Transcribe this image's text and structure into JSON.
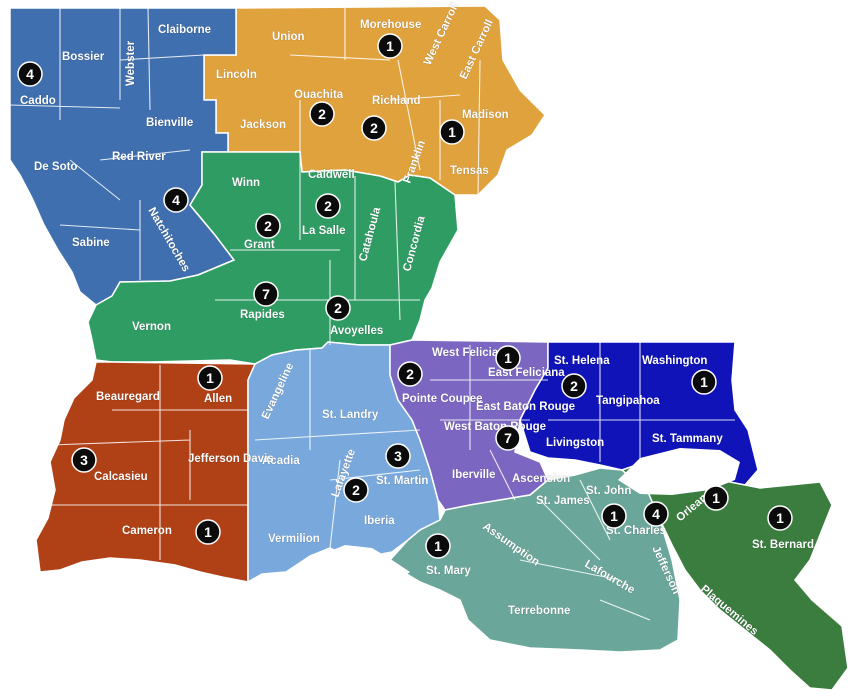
{
  "colors": {
    "northwest": "#3f6fae",
    "northeast": "#e0a23d",
    "central": "#2f9d63",
    "southwest": "#b04016",
    "acadiana": "#79a9dc",
    "capital": "#7b67c2",
    "florida_parishes": "#0f13b8",
    "bayou": "#6aa79a",
    "southeast": "#3a7d3e",
    "water": "#ffffff",
    "badge": "#0b0b0b"
  },
  "parishes": {
    "morehouse": "Morehouse",
    "union": "Union",
    "west_carroll": "West Carroll",
    "east_carroll": "East Carroll",
    "claiborne": "Claiborne",
    "bossier": "Bossier",
    "webster": "Webster",
    "caddo": "Caddo",
    "lincoln": "Lincoln",
    "ouachita": "Ouachita",
    "richland": "Richland",
    "madison": "Madison",
    "jackson": "Jackson",
    "bienville": "Bienville",
    "de_soto": "De Soto",
    "red_river": "Red River",
    "franklin": "Franklin",
    "tensas": "Tensas",
    "caldwell": "Caldwell",
    "winn": "Winn",
    "natchitoches": "Natchitoches",
    "sabine": "Sabine",
    "grant": "Grant",
    "la_salle": "La Salle",
    "catahoula": "Catahoula",
    "concordia": "Concordia",
    "vernon": "Vernon",
    "rapides": "Rapides",
    "avoyelles": "Avoyelles",
    "west_feliciana": "West Feliciana",
    "east_feliciana": "East Feliciana",
    "st_helena": "St. Helena",
    "washington": "Washington",
    "beauregard": "Beauregard",
    "allen": "Allen",
    "evangeline": "Evangeline",
    "st_landry": "St. Landry",
    "pointe_coupee": "Pointe Coupee",
    "tangipahoa": "Tangipahoa",
    "east_baton_rouge": "East Baton Rouge",
    "west_baton_rouge": "West Baton Rouge",
    "livingston": "Livingston",
    "st_tammany": "St. Tammany",
    "acadia": "Acadia",
    "calcasieu": "Calcasieu",
    "jefferson_davis": "Jefferson Davis",
    "lafayette": "Lafayette",
    "st_martin": "St. Martin",
    "iberville": "Iberville",
    "ascension": "Ascension",
    "st_john": "St. John",
    "st_james": "St. James",
    "st_charles": "St. Charles",
    "jefferson": "Jefferson",
    "orleans": "Orleans",
    "st_bernard": "St. Bernard",
    "cameron": "Cameron",
    "vermilion": "Vermilion",
    "iberia": "Iberia",
    "assumption": "Assumption",
    "lafourche": "Lafourche",
    "st_mary": "St. Mary",
    "terrebonne": "Terrebonne",
    "plaquemines": "Plaquemines"
  },
  "badges": {
    "morehouse": "1",
    "caddo": "4",
    "ouachita": "2",
    "richland": "2",
    "madison": "1",
    "natchitoches": "4",
    "la_salle": "2",
    "grant": "2",
    "rapides": "7",
    "avoyelles": "2",
    "allen": "1",
    "calcasieu": "3",
    "cameron": "1",
    "st_martin": "3",
    "lafayette": "2",
    "pointe_coupee": "2",
    "east_feliciana": "1",
    "st_helena": "2",
    "washington": "1",
    "east_baton_rouge": "7",
    "st_mary": "1",
    "st_charles": "1",
    "jefferson": "4",
    "orleans": "1",
    "st_bernard": "1"
  }
}
